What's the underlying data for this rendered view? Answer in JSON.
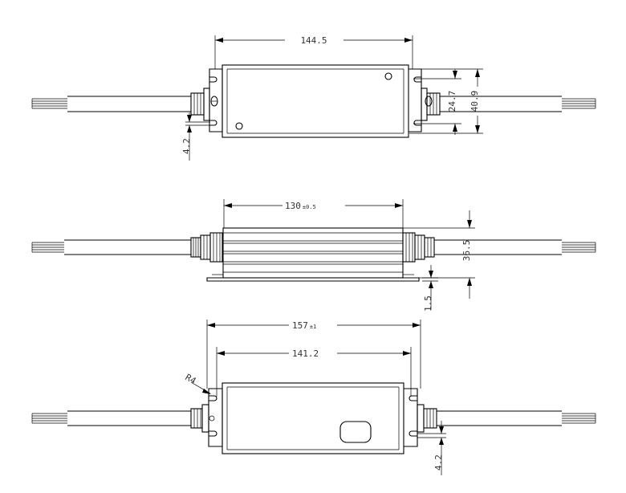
{
  "views": {
    "top": {
      "body_length": "144.5",
      "mount_width": "24.7",
      "overall_width": "40.9",
      "hole_dia": "4.2"
    },
    "side": {
      "body_length": "130",
      "body_length_tol": "±0.5",
      "height": "36.5",
      "base_thickness": "1.5"
    },
    "bottom": {
      "overall_length": "157",
      "overall_length_tol": "±1",
      "hole_pitch": "141.2",
      "corner_radius": "R4",
      "hole_dia": "4.2"
    }
  },
  "colors": {
    "line": "#000000",
    "text": "#333333",
    "background": "#ffffff"
  }
}
